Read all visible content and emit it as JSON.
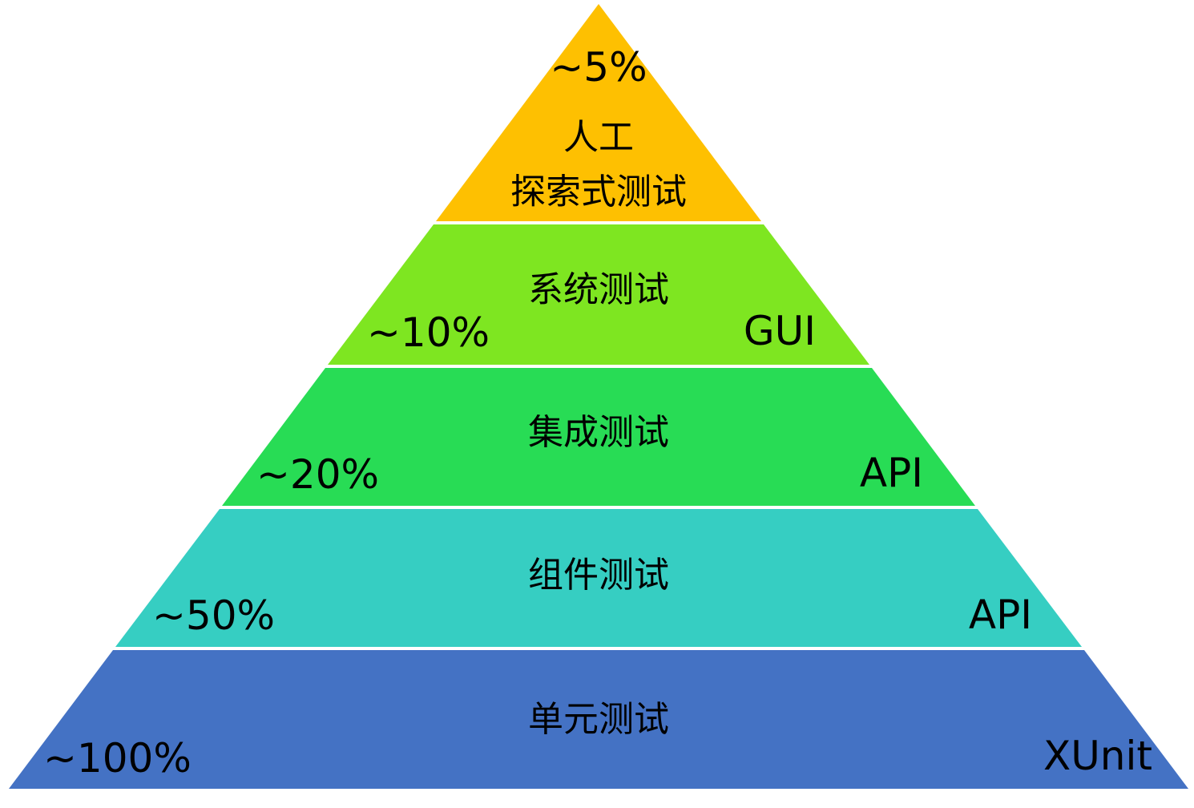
{
  "diagram_type": "testing-pyramid",
  "background_color": "#FFFFFF",
  "text_color": "#000000",
  "layers": [
    {
      "percent": "~5%",
      "name_line1": "人工",
      "name_line2": "探索式测试",
      "tool": "",
      "color": "#FEC001"
    },
    {
      "percent": "~10%",
      "name": "系统测试",
      "tool": "GUI",
      "color": "#7EE621"
    },
    {
      "percent": "~20%",
      "name": "集成测试",
      "tool": "API",
      "color": "#28DC55"
    },
    {
      "percent": "~50%",
      "name": "组件测试",
      "tool": "API",
      "color": "#36CEC2"
    },
    {
      "percent": "~100%",
      "name": "单元测试",
      "tool": "XUnit",
      "color": "#4472C4"
    }
  ]
}
